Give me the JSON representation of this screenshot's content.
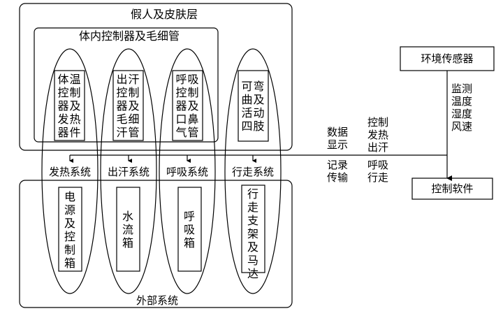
{
  "top": {
    "outer_title": "假人及皮肤层",
    "inner_title": "体内控制器及毛细管",
    "boxes": [
      {
        "lines": [
          "体温",
          "控制",
          "器及",
          "发热",
          "器件"
        ]
      },
      {
        "lines": [
          "出汗",
          "控制",
          "器及",
          "毛细",
          "汗管"
        ]
      },
      {
        "lines": [
          "呼吸",
          "控制",
          "器及",
          "口鼻",
          "气管"
        ]
      },
      {
        "lines": [
          "可弯",
          "曲及",
          "活动",
          "四肢"
        ]
      }
    ]
  },
  "systems": [
    "发热系统",
    "出汗系统",
    "呼吸系统",
    "行走系统"
  ],
  "bottom": {
    "title": "外部系统",
    "boxes": [
      {
        "lines": [
          "电",
          "源",
          "及",
          "控",
          "制",
          "箱"
        ]
      },
      {
        "lines": [
          "水",
          "流",
          "箱"
        ]
      },
      {
        "lines": [
          "呼",
          "吸",
          "箱"
        ]
      },
      {
        "lines": [
          "行",
          "走",
          "支",
          "架",
          "及",
          "马",
          "达"
        ]
      }
    ]
  },
  "right": {
    "sensor": "环境传感器",
    "software": "控制软件",
    "sensor_label": [
      "监测",
      "温度",
      "湿度",
      "风速"
    ],
    "data_display": [
      "数据",
      "显示"
    ],
    "record_transmit": [
      "记录",
      "传输"
    ],
    "control_heat": [
      "控制",
      "发热",
      "出汗"
    ],
    "breath_walk": [
      "呼吸",
      "行走"
    ]
  }
}
